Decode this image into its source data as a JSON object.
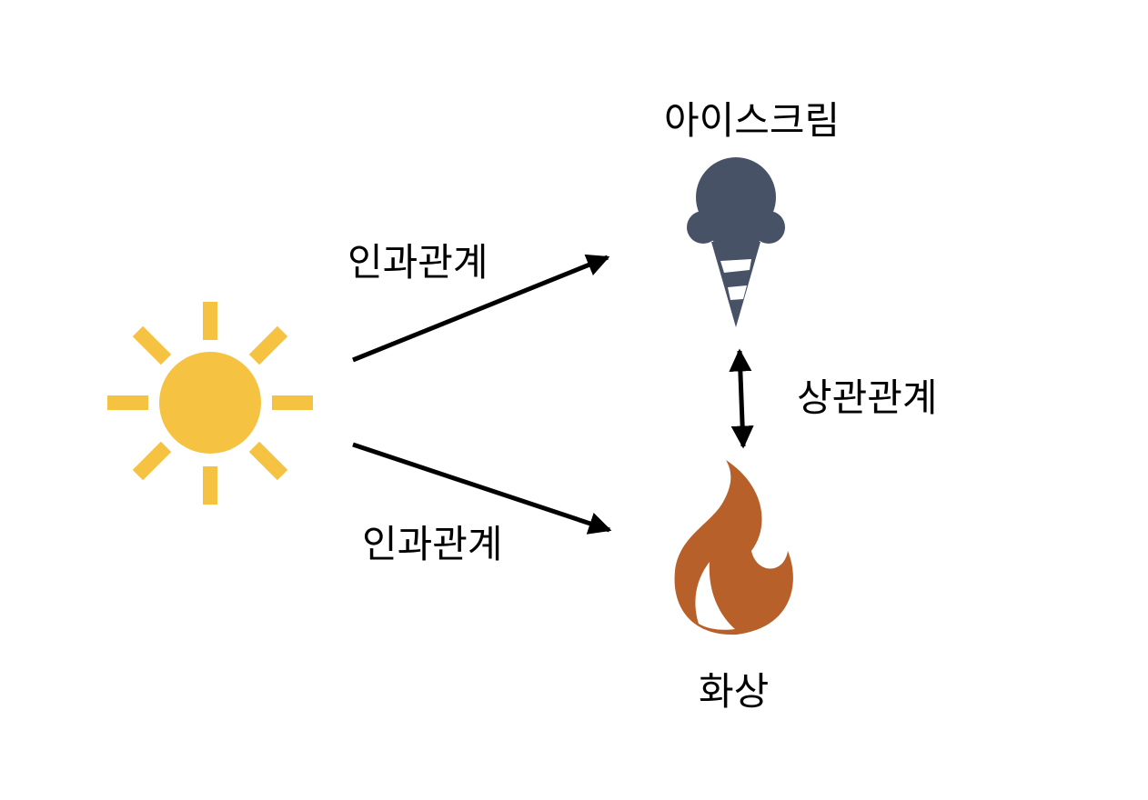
{
  "labels": {
    "cause_top": "인과관계",
    "cause_bottom": "인과관계",
    "correlation": "상관관계",
    "ice_cream": "아이스크림",
    "burn": "화상"
  },
  "icons": {
    "sun": "sun-icon",
    "ice_cream": "ice-cream-icon",
    "fire": "fire-icon"
  },
  "colors": {
    "sun": "#F5C242",
    "ice_cream": "#475266",
    "fire": "#B8602A",
    "arrow": "#000000"
  }
}
